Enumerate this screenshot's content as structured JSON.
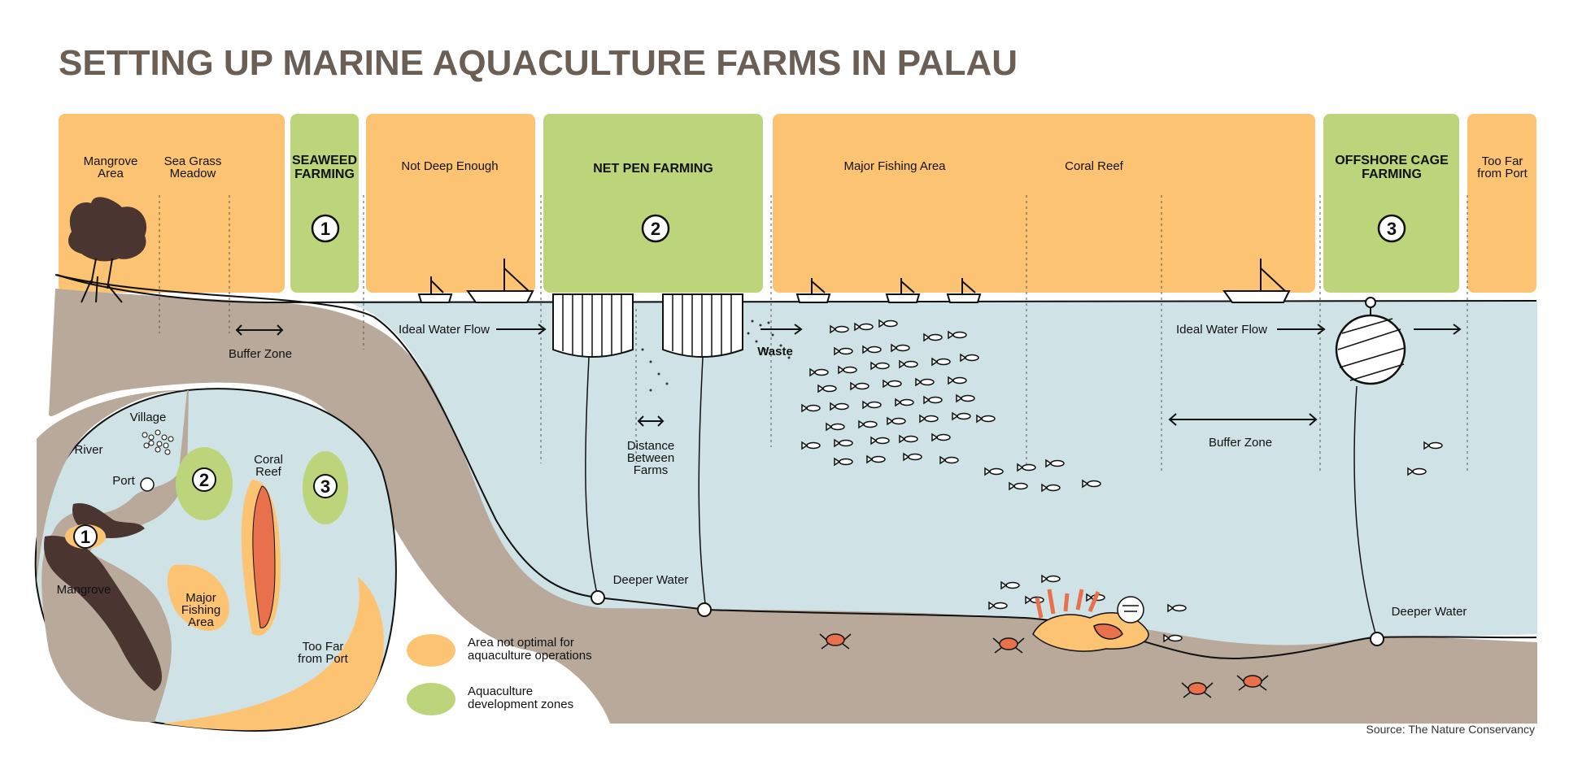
{
  "title": "SETTING UP MARINE AQUACULTURE FARMS IN PALAU",
  "colors": {
    "not_optimal": "#fcc472",
    "development": "#bdd57a",
    "water": "#cfe2e6",
    "land": "#b8a99a",
    "mangrove": "#4a3530",
    "coral": "#e8704a",
    "title": "#6b5f55"
  },
  "top_zones": {
    "mangrove": "Mangrove Area",
    "seagrass": "Sea Grass Meadow",
    "seaweed": "SEAWEED FARMING",
    "seaweed_num": "1",
    "not_deep": "Not Deep Enough",
    "net_pen": "NET PEN FARMING",
    "net_pen_num": "2",
    "major_fishing": "Major Fishing Area",
    "coral_reef": "Coral Reef",
    "offshore": "OFFSHORE CAGE FARMING",
    "offshore_num": "3",
    "too_far": "Too Far from Port"
  },
  "cross_section": {
    "buffer_zone_1": "Buffer Zone",
    "ideal_flow_1": "Ideal Water Flow",
    "waste": "Waste",
    "distance": "Distance Between Farms",
    "deeper_water_1": "Deeper Water",
    "ideal_flow_2": "Ideal Water Flow",
    "buffer_zone_2": "Buffer Zone",
    "deeper_water_2": "Deeper Water"
  },
  "map": {
    "village": "Village",
    "river": "River",
    "port": "Port",
    "coral_reef": "Coral Reef",
    "mangrove": "Mangrove",
    "major_fishing": "Major Fishing Area",
    "too_far": "Too Far from Port",
    "zone_1": "1",
    "zone_2": "2",
    "zone_3": "3"
  },
  "legend": {
    "not_optimal": "Area not optimal for aquaculture operations",
    "development": "Aquaculture development zones"
  },
  "source": "Source: The Nature Conservancy"
}
